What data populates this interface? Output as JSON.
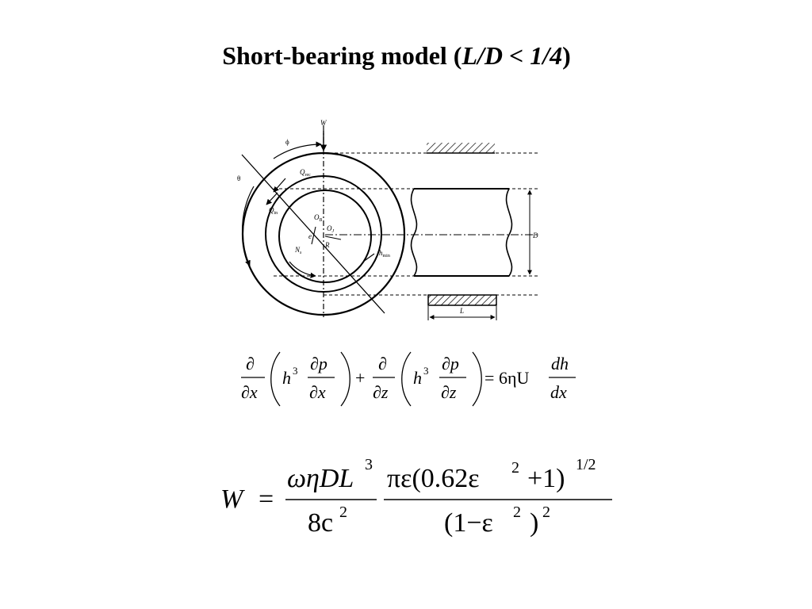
{
  "slide": {
    "title": {
      "prefix": "Short-bearing model (",
      "condition": "L/D < 1/4",
      "suffix": ")"
    }
  },
  "diagram": {
    "labels": {
      "load": "W",
      "phi": "ϕ",
      "theta": "θ",
      "q_rec": "Q",
      "q_rec_sub": "rec",
      "q_in": "Q",
      "q_in_sub": "in",
      "ob": "O",
      "ob_sub": "B",
      "oj": "O",
      "oj_sub": "J",
      "eps": "e",
      "radius": "R",
      "ns": "N",
      "ns_sub": "s",
      "hmin": "h",
      "hmin_sub": "min",
      "diameter": "D",
      "length": "L"
    }
  },
  "equations": {
    "reynolds": {
      "d": "∂",
      "dx": "∂x",
      "dz": "∂z",
      "h": "h",
      "cube": "3",
      "dp": "∂p",
      "plus": "+",
      "equals": "=",
      "rhs_coef": "6ηU",
      "dh": "dh",
      "dxr": "dx"
    },
    "load": {
      "lhs": "W",
      "equals": "=",
      "frac1_num": "ωηDL",
      "frac1_num_exp": "3",
      "frac1_den": "8c",
      "frac1_den_exp": "2",
      "num_a": "πε(0.62ε",
      "num_a_exp": "2",
      "num_b": "+1)",
      "num_b_exp": "1/2",
      "den_a": "(1−ε",
      "den_a_exp": "2",
      "den_b": ")",
      "den_b_exp": "2"
    }
  }
}
